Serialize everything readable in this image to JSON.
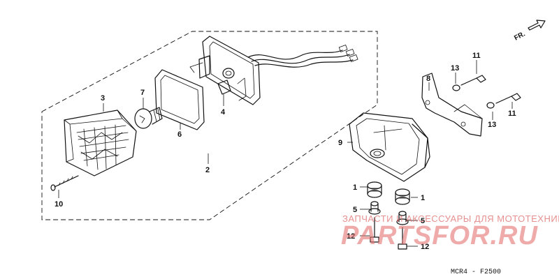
{
  "callouts": {
    "c1a": "1",
    "c1b": "1",
    "c2": "2",
    "c3": "3",
    "c4": "4",
    "c5a": "5",
    "c5b": "5",
    "c6": "6",
    "c7": "7",
    "c8": "8",
    "c9": "9",
    "c10": "10",
    "c11a": "11",
    "c11b": "11",
    "c12a": "12",
    "c12b": "12",
    "c13a": "13",
    "c13b": "13"
  },
  "direction_label": "FR.",
  "diagram_code": "MCR4 - F2500",
  "watermark": {
    "top": "ЗАПЧАСТИ И АКСЕССУАРЫ ДЛЯ МОТОТЕХНИКИ",
    "brand": "PARTSFOR.RU"
  },
  "colors": {
    "line": "#111111",
    "watermark": "#e57373",
    "background": "#ffffff"
  }
}
